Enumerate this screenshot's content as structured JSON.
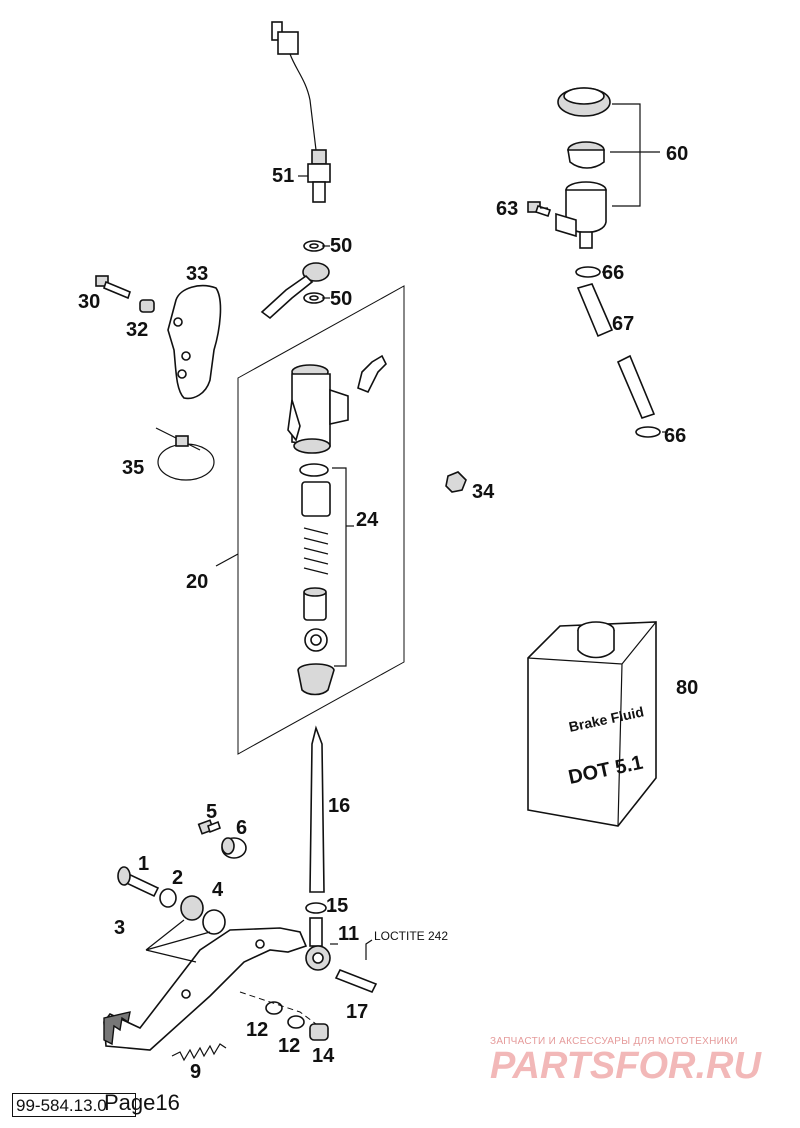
{
  "callouts": {
    "c51": "51",
    "c50a": "50",
    "c50b": "50",
    "c33": "33",
    "c30": "30",
    "c32": "32",
    "c35": "35",
    "c20": "20",
    "c24": "24",
    "c34": "34",
    "c60": "60",
    "c63": "63",
    "c66a": "66",
    "c67": "67",
    "c66b": "66",
    "c80": "80",
    "c16": "16",
    "c5": "5",
    "c6": "6",
    "c1": "1",
    "c2": "2",
    "c4": "4",
    "c3": "3",
    "c15": "15",
    "c11": "11",
    "c17": "17",
    "c12a": "12",
    "c12b": "12",
    "c14": "14",
    "c9": "9"
  },
  "note": {
    "loctite": "LOCTITE 242"
  },
  "can": {
    "line1": "Brake Fluid",
    "line2": "DOT 5.1"
  },
  "watermark": {
    "tagline": "ЗАПЧАСТИ И АКСЕССУАРЫ ДЛЯ МОТОТЕХНИКИ",
    "brand": "PARTSFOR.RU",
    "color": "#f2b8b8"
  },
  "footer": {
    "code": "99-584.13.0",
    "page": "Page16"
  }
}
